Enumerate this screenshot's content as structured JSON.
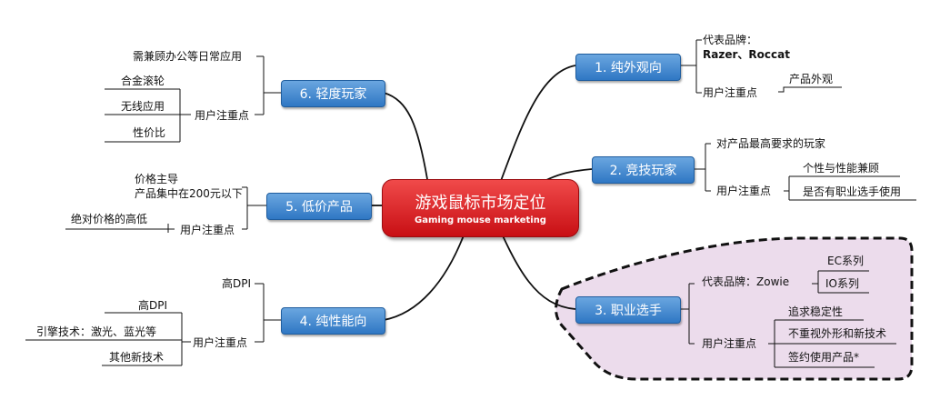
{
  "center": {
    "title": "游戏鼠标市场定位",
    "subtitle": "Gaming mouse marketing"
  },
  "branches": {
    "b1": {
      "label": "1. 纯外观向",
      "brands_label": "代表品牌：",
      "brands": "Razer、Roccat",
      "focus_label": "用户注重点",
      "focus_items": [
        "产品外观"
      ]
    },
    "b2": {
      "label": "2. 竞技玩家",
      "desc": "对产品最高要求的玩家",
      "focus_label": "用户注重点",
      "focus_items": [
        "个性与性能兼顾",
        "是否有职业选手使用"
      ]
    },
    "b3": {
      "label": "3. 职业选手",
      "brands_label": "代表品牌：Zowie",
      "series": [
        "EC系列",
        "IO系列"
      ],
      "focus_label": "用户注重点",
      "focus_items": [
        "追求稳定性",
        "不重视外形和新技术",
        "签约使用产品*"
      ]
    },
    "b4": {
      "label": "4. 纯性能向",
      "desc": "高DPI",
      "focus_label": "用户注重点",
      "focus_items": [
        "高DPI",
        "引擎技术：激光、蓝光等",
        "其他新技术"
      ]
    },
    "b5": {
      "label": "5. 低价产品",
      "desc_lines": [
        "价格主导",
        "产品集中在200元以下"
      ],
      "focus_label": "用户注重点",
      "focus_items": [
        "绝对价格的高低"
      ]
    },
    "b6": {
      "label": "6. 轻度玩家",
      "desc": "需兼顾办公等日常应用",
      "focus_label": "用户注重点",
      "focus_items": [
        "合金滚轮",
        "无线应用",
        "性价比"
      ]
    }
  },
  "colors": {
    "node": "#3f86cf",
    "center": "#d81c22",
    "highlight_fill": "#ecdcec"
  }
}
